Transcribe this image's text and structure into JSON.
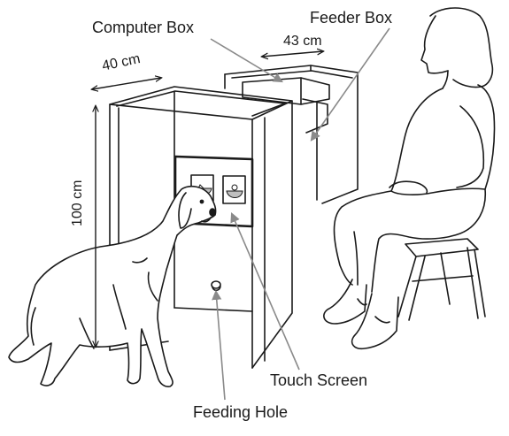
{
  "labels": {
    "computer_box": "Computer Box",
    "feeder_box": "Feeder Box",
    "touch_screen": "Touch Screen",
    "feeding_hole": "Feeding Hole"
  },
  "dimensions": {
    "depth": "43 cm",
    "width": "40 cm",
    "height": "100 cm"
  },
  "colors": {
    "line": "#1a1a1a",
    "arrow": "#8a8a8a",
    "screen_fill": "#bfbfbf"
  }
}
